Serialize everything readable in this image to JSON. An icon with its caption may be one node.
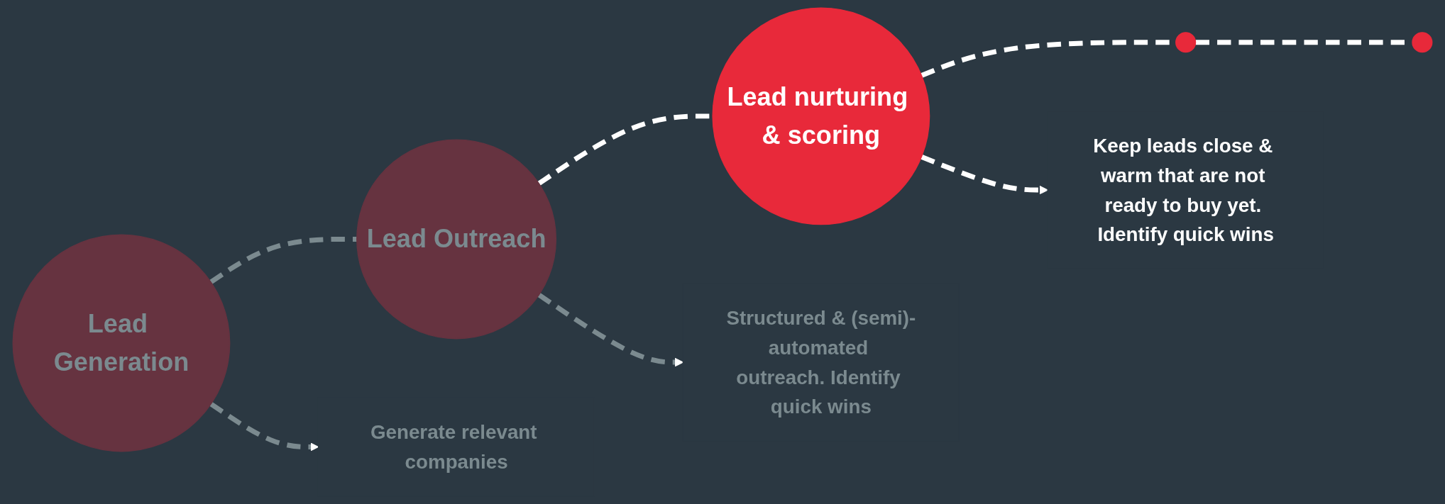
{
  "diagram": {
    "nodes": [
      {
        "text": [
          "Lead Generation"
        ]
      },
      {
        "text": [
          "Lead Outreach"
        ]
      },
      {
        "text": [
          "Lead nurturing & scoring"
        ]
      },
      {
        "text": [],
        "shape": "circle"
      },
      {
        "text": [],
        "shape": "circle"
      },
      {
        "text": [
          "Generate relevant companies"
        ]
      },
      {
        "text": [
          "Keep leads close & warm that are not ready to buy yet. Identify quick wins"
        ]
      },
      {
        "text": [
          "Structured & (semi)-automated outreach. Identify quick wins"
        ]
      }
    ],
    "edges": [
      {
        "from": 0,
        "to": 1,
        "arrow": "none",
        "style": "dashed",
        "color": "#7b8a8f"
      },
      {
        "from": 1,
        "to": 2,
        "arrow": "none",
        "style": "dashed"
      },
      {
        "from": 2,
        "to": 3,
        "arrow": "none",
        "style": "dashed"
      },
      {
        "from": 3,
        "to": 4,
        "arrow": "none",
        "style": "dashed"
      },
      {
        "from": 0,
        "to": 5,
        "arrow": "to",
        "style": "dashed",
        "color": "#7b8a8f"
      },
      {
        "from": 2,
        "to": 6,
        "arrow": "to",
        "style": "dashed"
      },
      {
        "from": 1,
        "to": 7,
        "arrow": "to",
        "style": "dashed",
        "color": "#7b8a8f"
      }
    ]
  }
}
